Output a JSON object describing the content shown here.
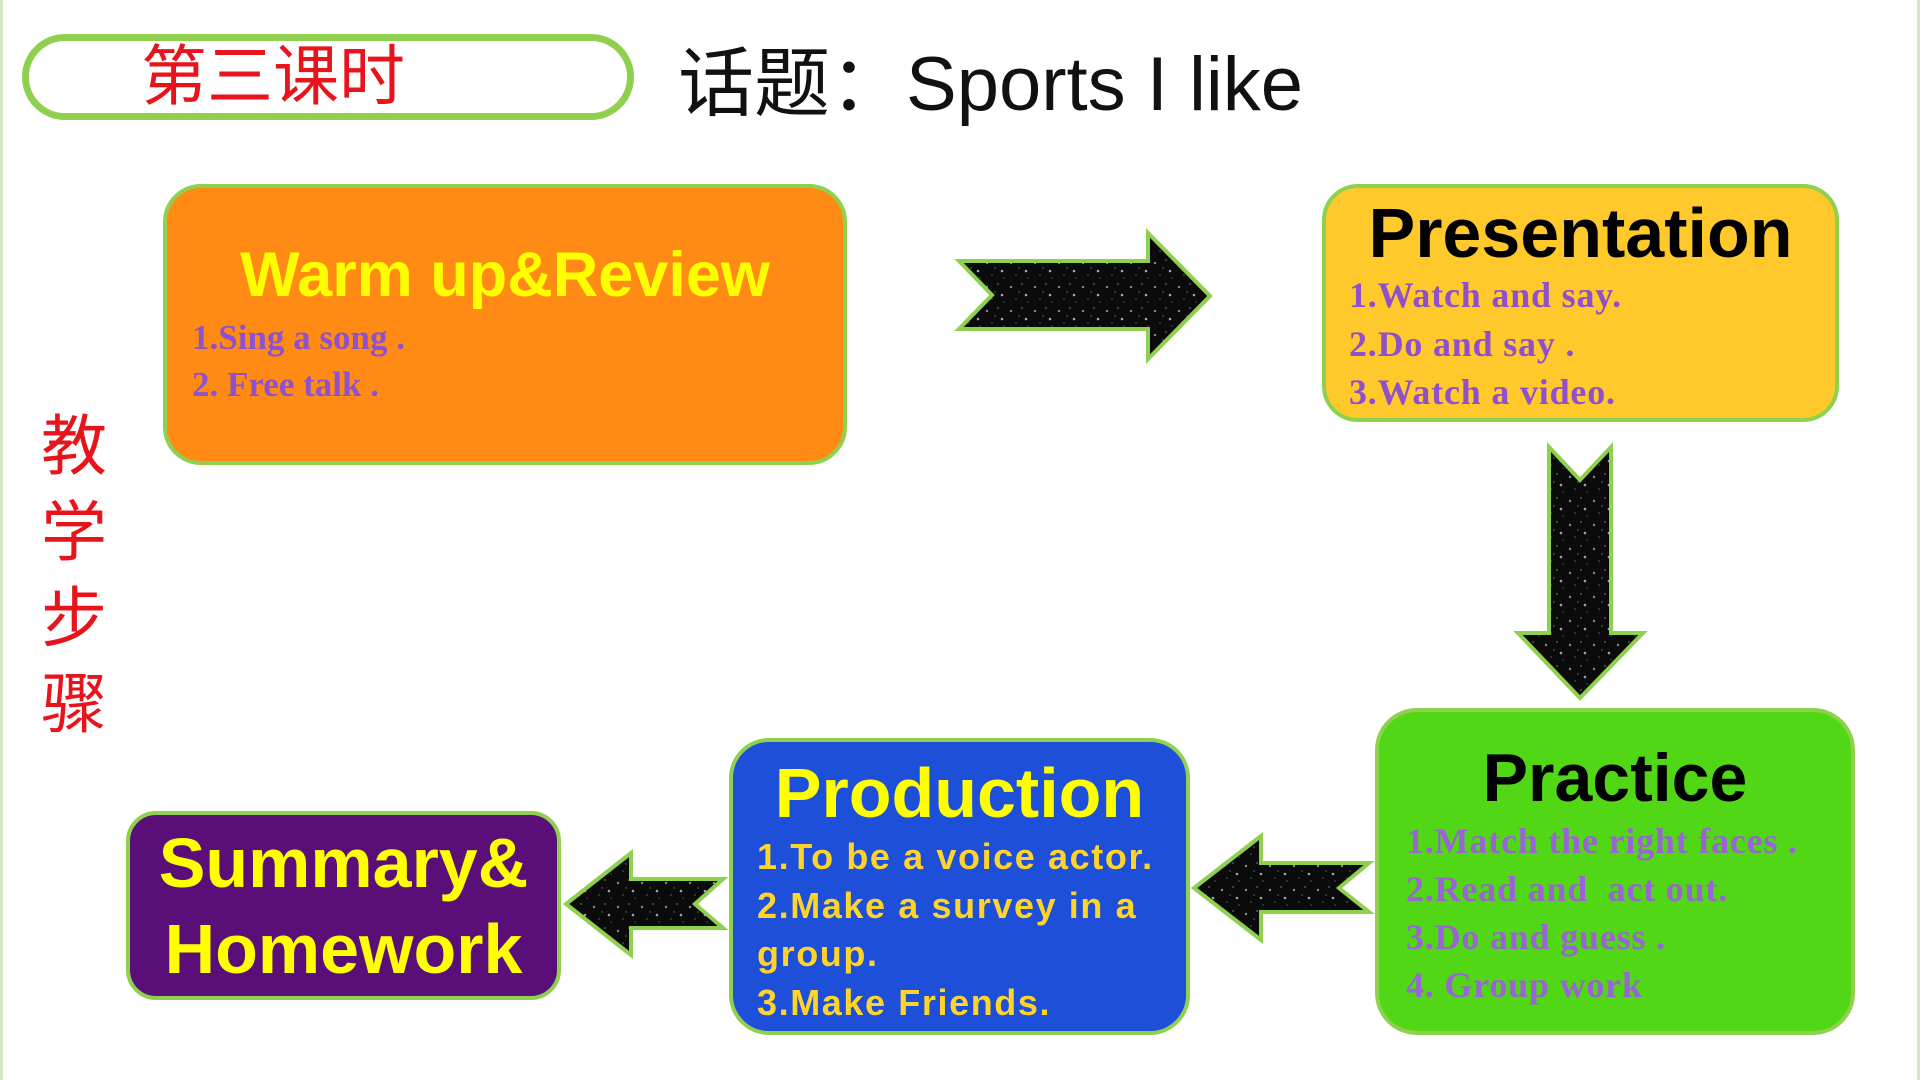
{
  "lesson_label": "第三课时",
  "topic_title": "话题：Sports I like",
  "side_label": "教学步骤",
  "colors": {
    "warm_up_bg": "#ff8a14",
    "presentation_bg": "#ffc92b",
    "practice_bg": "#52d717",
    "production_bg": "#1d4fd9",
    "summary_bg": "#5a0f78",
    "accent_green": "#8fd14f",
    "label_red": "#e8141c"
  },
  "steps": {
    "warm_up": {
      "title": "Warm up&Review",
      "items": [
        "1.Sing a song .",
        "2. Free talk ."
      ]
    },
    "presentation": {
      "title": "Presentation",
      "items": [
        "1.Watch and say.",
        "2.Do and say .",
        "3.Watch a video."
      ]
    },
    "practice": {
      "title": "Practice",
      "items": [
        "1.Match the right faces .",
        "2.Read and  act out.",
        "3.Do and guess .",
        "4. Group work"
      ]
    },
    "production": {
      "title": "Production",
      "items": [
        "1.To be a voice actor.",
        "2.Make a survey in a group.",
        "3.Make Friends."
      ]
    },
    "summary": {
      "title_lines": [
        "Summary&",
        "Homework"
      ]
    }
  }
}
